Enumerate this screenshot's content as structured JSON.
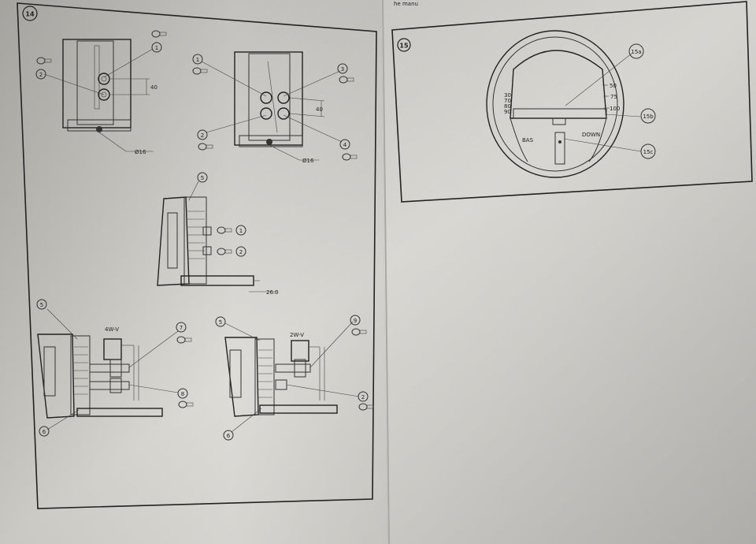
{
  "top_corner_text": "he manu",
  "left_page": {
    "figure_label": "14",
    "top_left": {
      "callouts": [
        "1",
        "2"
      ],
      "dimension": "Ø16",
      "side_dim": "40"
    },
    "top_right": {
      "callouts": [
        "1",
        "2",
        "3",
        "4"
      ],
      "dimension": "Ø16",
      "side_dim": "40"
    },
    "middle": {
      "callouts": [
        "5",
        "1",
        "2"
      ],
      "dimension": "26.0"
    },
    "bottom_left": {
      "callouts": [
        "5",
        "7",
        "8",
        "6"
      ],
      "model": "4W-V"
    },
    "bottom_right": {
      "callouts": [
        "5",
        "9",
        "2",
        "6"
      ],
      "model": "2W-V"
    }
  },
  "right_page": {
    "figure_label": "15",
    "callouts": [
      "15a",
      "15b",
      "15c"
    ],
    "scale_left": [
      "30",
      "70",
      "80",
      "90"
    ],
    "scale_right": [
      "50",
      "75",
      "100"
    ],
    "label_left": "BAS",
    "label_right": "DOWN"
  }
}
